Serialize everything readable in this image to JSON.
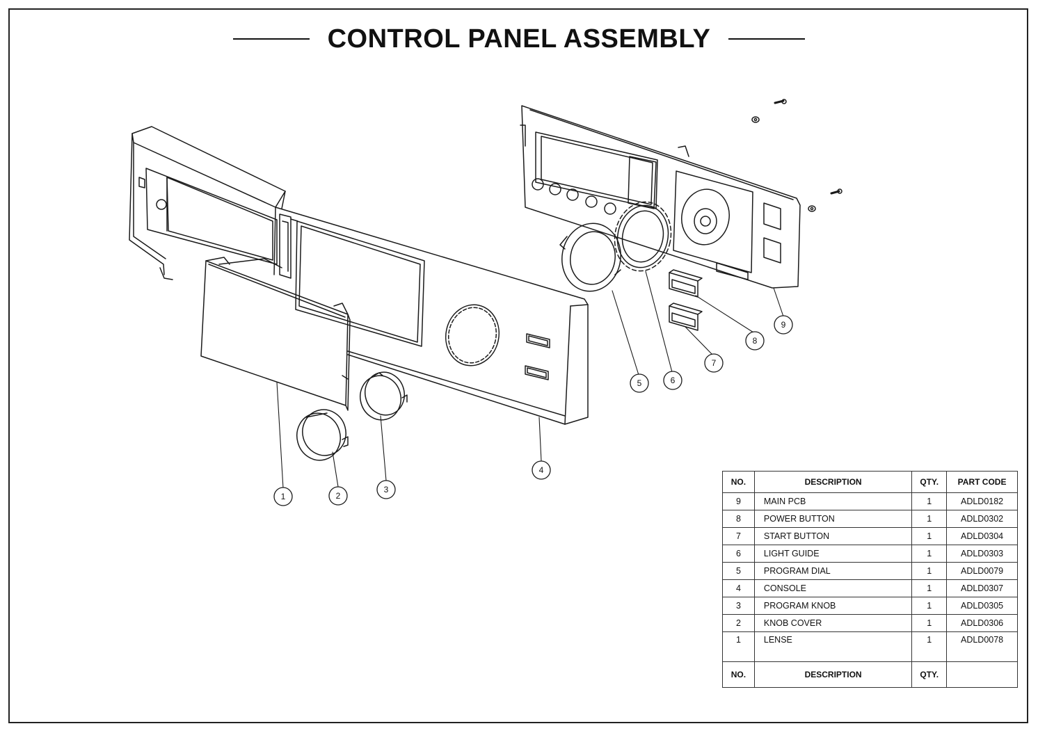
{
  "title": "CONTROL PANEL ASSEMBLY",
  "callouts": [
    "1",
    "2",
    "3",
    "4",
    "5",
    "6",
    "7",
    "8",
    "9"
  ],
  "parts_table": {
    "headers": {
      "no": "NO.",
      "description": "DESCRIPTION",
      "qty": "QTY.",
      "part_code": "PART CODE"
    },
    "rows": [
      {
        "no": "9",
        "description": "MAIN PCB",
        "qty": "1",
        "part_code": "ADLD0182"
      },
      {
        "no": "8",
        "description": "POWER BUTTON",
        "qty": "1",
        "part_code": "ADLD0302"
      },
      {
        "no": "7",
        "description": "START BUTTON",
        "qty": "1",
        "part_code": "ADLD0304"
      },
      {
        "no": "6",
        "description": "LIGHT GUIDE",
        "qty": "1",
        "part_code": "ADLD0303"
      },
      {
        "no": "5",
        "description": "PROGRAM DIAL",
        "qty": "1",
        "part_code": "ADLD0079"
      },
      {
        "no": "4",
        "description": "CONSOLE",
        "qty": "1",
        "part_code": "ADLD0307"
      },
      {
        "no": "3",
        "description": "PROGRAM KNOB",
        "qty": "1",
        "part_code": "ADLD0305"
      },
      {
        "no": "2",
        "description": "KNOB COVER",
        "qty": "1",
        "part_code": "ADLD0306"
      },
      {
        "no": "1",
        "description": "LENSE",
        "qty": "1",
        "part_code": "ADLD0078"
      }
    ],
    "footer": {
      "no": "NO.",
      "description": "DESCRIPTION",
      "qty": "QTY.",
      "part_code": ""
    }
  }
}
